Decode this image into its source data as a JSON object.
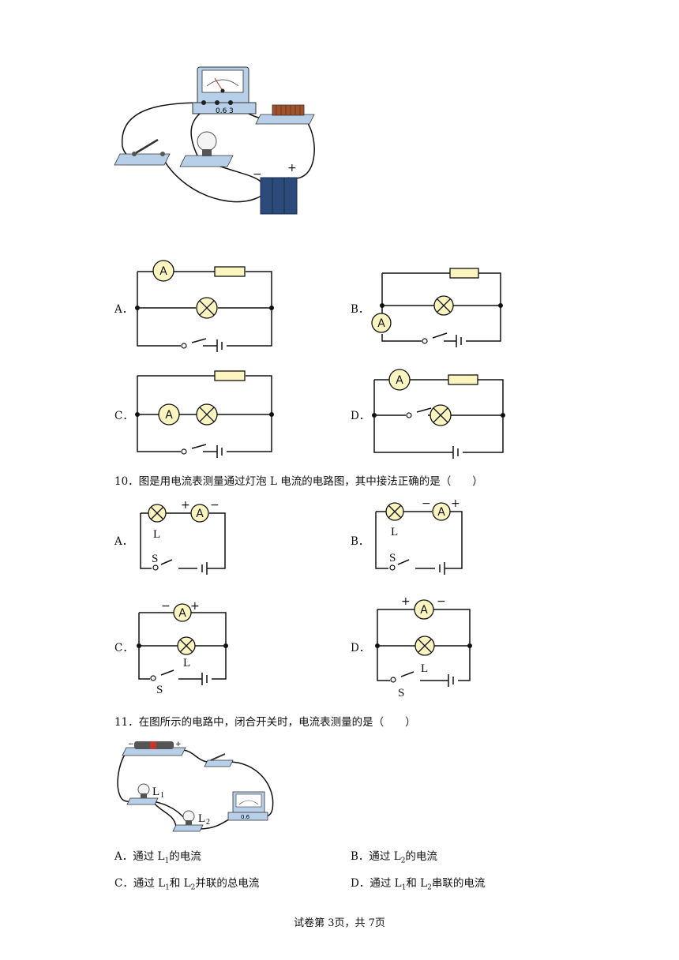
{
  "q9": {
    "options": {
      "A": "A．",
      "B": "B．",
      "C": "C．",
      "D": "D．"
    }
  },
  "q10": {
    "question": "10．图是用电流表测量通过灯泡 L 电流的电路图，其中接法正确的是（　　）",
    "options": {
      "A": "A．",
      "B": "B．",
      "C": "C．",
      "D": "D．"
    }
  },
  "q11": {
    "question": "11．在图所示的电路中，闭合开关时，电流表测量的是（　　）",
    "options": [
      {
        "letter": "A．",
        "pre": "通过 L",
        "sub1": "1",
        "post": "的电流"
      },
      {
        "letter": "B．",
        "pre": "通过 L",
        "sub1": "2",
        "post": "的电流"
      },
      {
        "letter": "C．",
        "pre": "通过 L",
        "sub1": "1",
        "mid": "和 L",
        "sub2": "2",
        "post": "并联的总电流"
      },
      {
        "letter": "D．",
        "pre": "通过 L",
        "sub1": "1",
        "mid": "和 L",
        "sub2": "2",
        "post": "串联的电流"
      }
    ]
  },
  "symbols": {
    "ammeter": "A",
    "lamp": "L",
    "switch": "S",
    "plus": "+",
    "minus": "−",
    "meter_scale": [
      "0.6",
      "3"
    ],
    "lamp1": "L",
    "lamp1_sub": "1",
    "lamp2": "L",
    "lamp2_sub": "2"
  },
  "footer": "试卷第 3页，共 7页"
}
